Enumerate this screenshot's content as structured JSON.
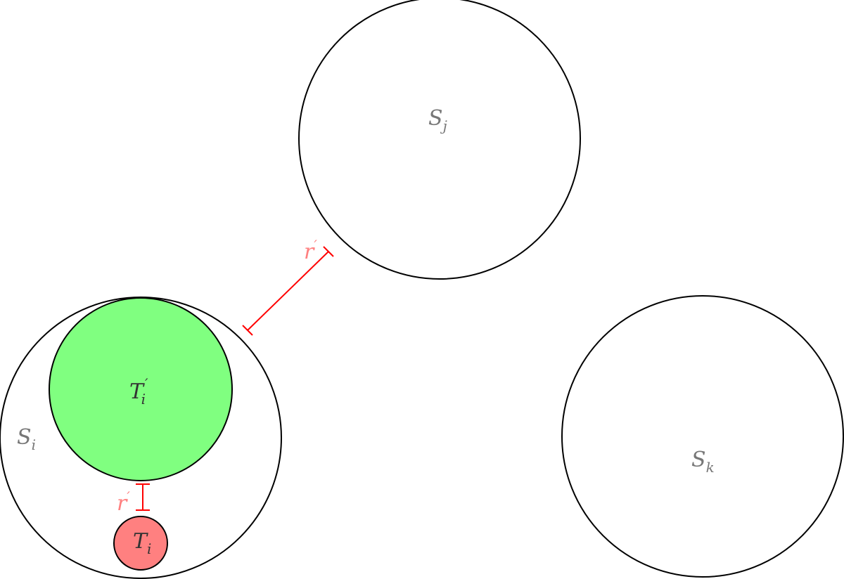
{
  "diagram": {
    "labels": {
      "s_i": {
        "main": "S",
        "sub": "i",
        "prime": ""
      },
      "s_j": {
        "main": "S",
        "sub": "j",
        "prime": ""
      },
      "s_k": {
        "main": "S",
        "sub": "k",
        "prime": ""
      },
      "t_i_prime": {
        "main": "T",
        "sub": "i",
        "prime": "′"
      },
      "t_i": {
        "main": "T",
        "sub": "i",
        "prime": ""
      },
      "r_prime_top": {
        "main": "r",
        "sub": "",
        "prime": "′"
      },
      "r_prime_bottom": {
        "main": "r",
        "sub": "",
        "prime": "′"
      }
    },
    "colors": {
      "outline": "#000000",
      "label_gray": "#777777",
      "label_dark": "#333333",
      "green_fill": "#80ff80",
      "red_fill": "#ff8080",
      "dimension_red": "#ff0000",
      "dimension_label": "#ff8080"
    }
  }
}
